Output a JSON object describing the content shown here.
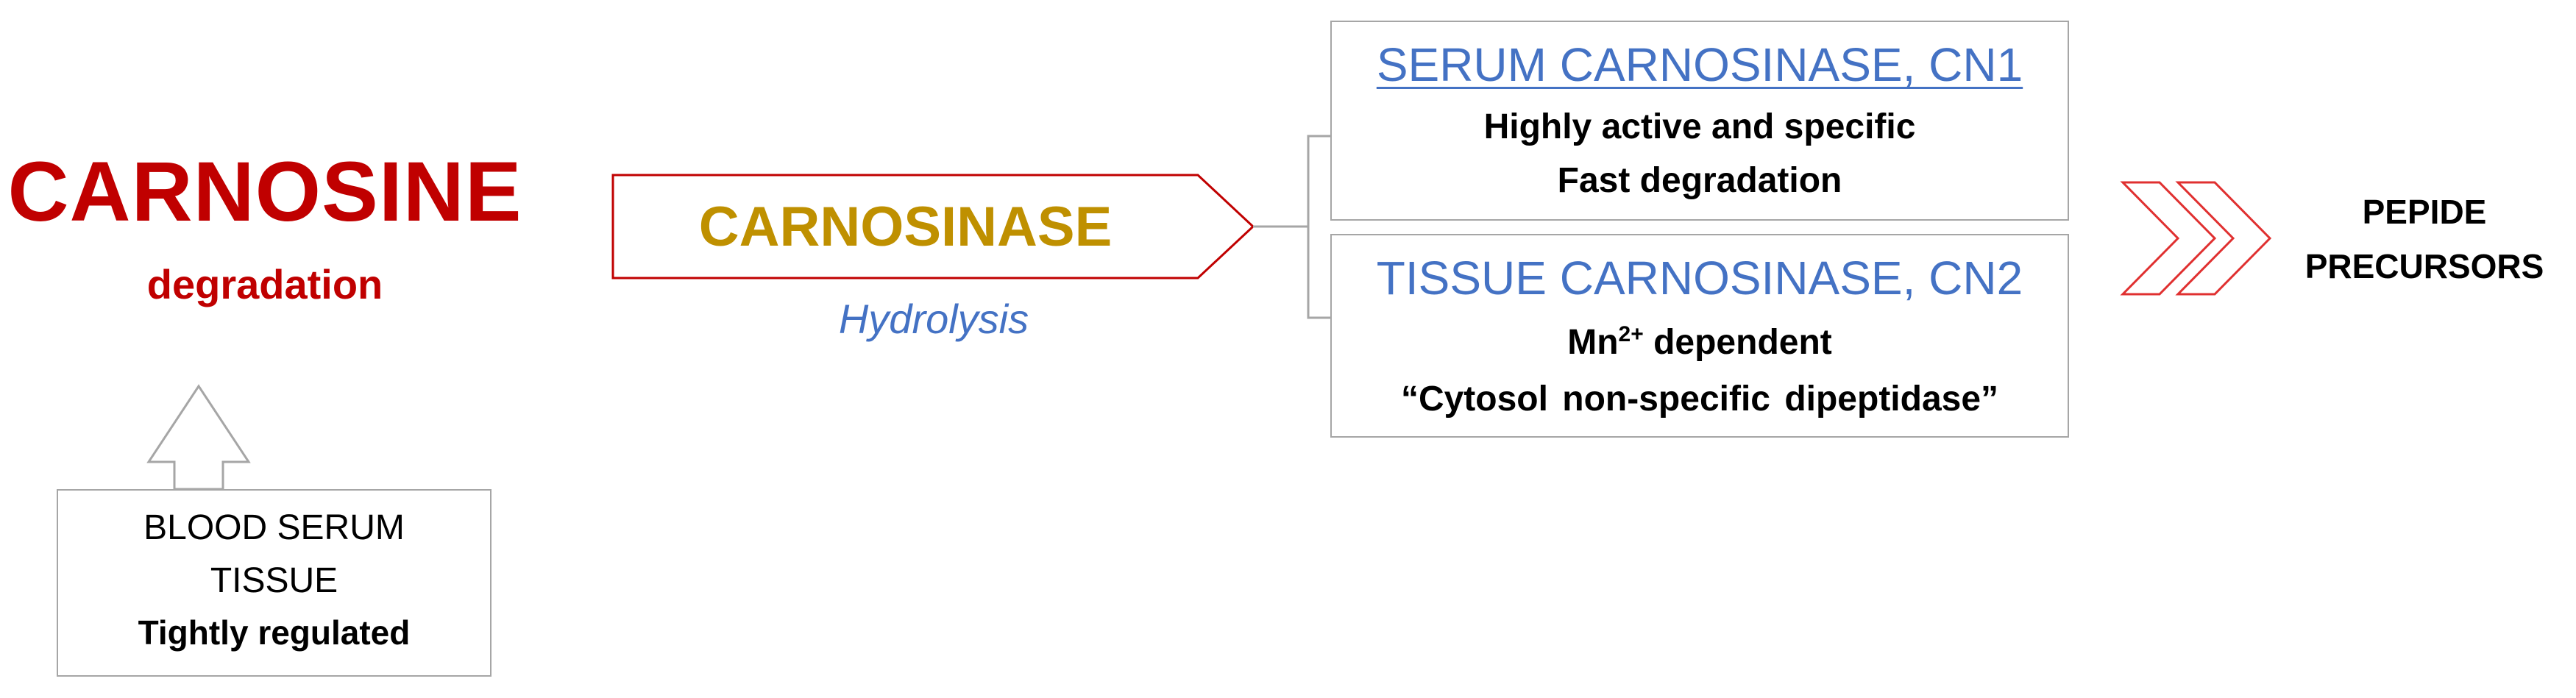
{
  "main": {
    "title": "CARNOSINE",
    "subtitle": "degradation",
    "title_color": "#c00000"
  },
  "enzyme": {
    "label": "CARNOSINASE",
    "process": "Hydrolysis",
    "label_color": "#bf9000",
    "process_color": "#4472c4"
  },
  "source": {
    "line1": "BLOOD SERUM",
    "line2": "TISSUE",
    "line3": "Tightly regulated"
  },
  "cn1": {
    "title": "SERUM CARNOSINASE, CN1",
    "line1": "Highly active and specific",
    "line2": "Fast degradation"
  },
  "cn2": {
    "title": "TISSUE CARNOSINASE, CN2",
    "mn_base": "Mn",
    "mn_sup": "2+",
    "mn_rest": " dependent",
    "line2": "“Cytosol non-specific dipeptidase”"
  },
  "product": {
    "line1": "PEPIDE",
    "line2": "PRECURSORS"
  },
  "colors": {
    "red": "#c00000",
    "blue": "#4472c4",
    "gold": "#bf9000",
    "border_gray": "#a6a6a6",
    "arrow_red": "#e03030"
  }
}
